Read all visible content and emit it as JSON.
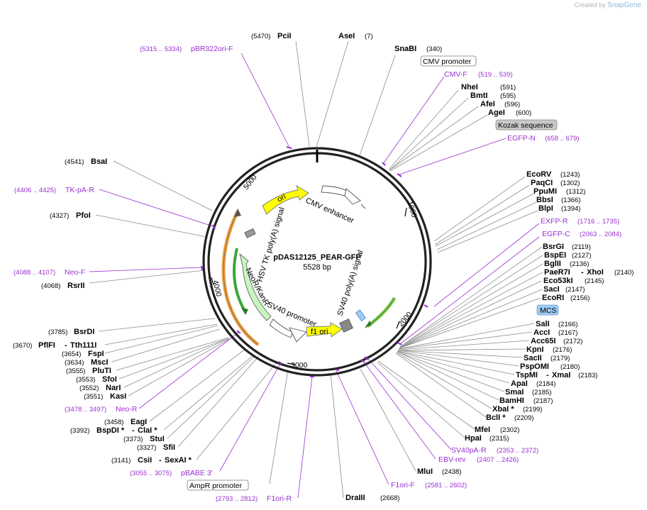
{
  "credit": {
    "prefix": "Created by",
    "brand": "SnapGene"
  },
  "plasmid": {
    "name": "pDAS12125_PEAR-GFP",
    "length_label": "5528 bp"
  },
  "tick_labels": [
    "1000",
    "2000",
    "3000",
    "4000",
    "5000"
  ],
  "features": {
    "cmv_enhancer": "CMV enhancer",
    "sv40_polya": "SV40 poly(A) signal",
    "f1_ori": "f1 ori",
    "sv40_promoter": "SV40 promoter",
    "neo": "NeoR/KanR",
    "hsv": "HSV TK poly(A) signal",
    "ori": "ori"
  },
  "enzymes": {
    "pcii": {
      "name": "PciI",
      "pos": "(5470)"
    },
    "asei": {
      "name": "AseI",
      "pos": "(7)"
    },
    "snabi": {
      "name": "SnaBI",
      "pos": "(340)"
    },
    "nhei": {
      "name": "NheI",
      "pos": "(591)"
    },
    "bmti": {
      "name": "BmtI",
      "pos": "(595)"
    },
    "afei": {
      "name": "AfeI",
      "pos": "(596)"
    },
    "agei": {
      "name": "AgeI",
      "pos": "(600)"
    },
    "ecorv": {
      "name": "EcoRV",
      "pos": "(1243)"
    },
    "paqci": {
      "name": "PaqCI",
      "pos": "(1302)"
    },
    "ppumi": {
      "name": "PpuMI",
      "pos": "(1312)"
    },
    "bbsi": {
      "name": "BbsI",
      "pos": "(1366)"
    },
    "blpi": {
      "name": "BlpI",
      "pos": "(1394)"
    },
    "bsrgi": {
      "name": "BsrGI",
      "pos": "(2119)"
    },
    "bspei": {
      "name": "BspEI",
      "pos": "(2127)"
    },
    "bglii": {
      "name": "BglII",
      "pos": "(2136)"
    },
    "paer7i": {
      "name": "PaeR7I",
      "pos": ""
    },
    "xhoi": {
      "name": "XhoI",
      "pos": "(2140)"
    },
    "eco53ki": {
      "name": "Eco53kI",
      "pos": "(2145)"
    },
    "saci": {
      "name": "SacI",
      "pos": "(2147)"
    },
    "ecori": {
      "name": "EcoRI",
      "pos": "(2156)"
    },
    "sali": {
      "name": "SalI",
      "pos": "(2166)"
    },
    "acci": {
      "name": "AccI",
      "pos": "(2167)"
    },
    "acc65i": {
      "name": "Acc65I",
      "pos": "(2172)"
    },
    "kpni": {
      "name": "KpnI",
      "pos": "(2176)"
    },
    "sacii": {
      "name": "SacII",
      "pos": "(2179)"
    },
    "pspomi": {
      "name": "PspOMI",
      "pos": "(2180)"
    },
    "tspmi": {
      "name": "TspMI",
      "pos": ""
    },
    "xmai": {
      "name": "XmaI",
      "pos": "(2183)"
    },
    "apai": {
      "name": "ApaI",
      "pos": "(2184)"
    },
    "smai": {
      "name": "SmaI",
      "pos": "(2185)"
    },
    "bamhi": {
      "name": "BamHI",
      "pos": "(2187)"
    },
    "xbai": {
      "name": "XbaI *",
      "pos": "(2199)"
    },
    "bcli": {
      "name": "BclI *",
      "pos": "(2209)"
    },
    "mfei": {
      "name": "MfeI",
      "pos": "(2302)"
    },
    "hpai": {
      "name": "HpaI",
      "pos": "(2315)"
    },
    "mlui": {
      "name": "MluI",
      "pos": "(2438)"
    },
    "draiii": {
      "name": "DraIII",
      "pos": "(2668)"
    },
    "bsai": {
      "name": "BsaI",
      "pos": "(4541)"
    },
    "pfoi": {
      "name": "PfoI",
      "pos": "(4327)"
    },
    "rsrii": {
      "name": "RsrII",
      "pos": "(4068)"
    },
    "bsrdi": {
      "name": "BsrDI",
      "pos": "(3785)"
    },
    "pflfi": {
      "name": "PflFI",
      "pos": "(3670)"
    },
    "tth111i": {
      "name": "Tth111I",
      "pos": ""
    },
    "fspi": {
      "name": "FspI",
      "pos": "(3654)"
    },
    "msci": {
      "name": "MscI",
      "pos": "(3634)"
    },
    "pluti": {
      "name": "PluTI",
      "pos": "(3555)"
    },
    "sfoi": {
      "name": "SfoI",
      "pos": "(3553)"
    },
    "nari": {
      "name": "NarI",
      "pos": "(3552)"
    },
    "kasi": {
      "name": "KasI",
      "pos": "(3551)"
    },
    "eagi": {
      "name": "EagI",
      "pos": "(3458)"
    },
    "bspdi": {
      "name": "BspDI *",
      "pos": "(3392)"
    },
    "clai": {
      "name": "ClaI *",
      "pos": ""
    },
    "stui": {
      "name": "StuI",
      "pos": "(3373)"
    },
    "sfii": {
      "name": "SfiI",
      "pos": "(3327)"
    },
    "csii": {
      "name": "CsiI",
      "pos": "(3141)"
    },
    "sexai": {
      "name": "SexAI *",
      "pos": ""
    }
  },
  "primers": {
    "pbr322ori_f": {
      "name": "pBR322ori-F",
      "range": "(5315 .. 5334)"
    },
    "cmv_f": {
      "name": "CMV-F",
      "range": "(519 .. 539)"
    },
    "egfp_n": {
      "name": "EGFP-N",
      "range": "(658 .. 679)"
    },
    "exfp_r": {
      "name": "EXFP-R",
      "range": "(1716 .. 1735)"
    },
    "egfp_c": {
      "name": "EGFP-C",
      "range": "(2063 .. 2084)"
    },
    "sv40pa_r": {
      "name": "SV40pA-R",
      "range": "(2353 .. 2372)"
    },
    "ebv_rev": {
      "name": "EBV-rev",
      "range": "(2407 .. 2426)"
    },
    "f1ori_f": {
      "name": "F1ori-F",
      "range": "(2581 .. 2602)"
    },
    "f1ori_r": {
      "name": "F1ori-R",
      "range": "(2793 .. 2812)"
    },
    "pbabe3": {
      "name": "pBABE 3'",
      "range": "(3055 .. 3075)"
    },
    "neo_r": {
      "name": "Neo-R",
      "range": "(3478 .. 3497)"
    },
    "neo_f": {
      "name": "Neo-F",
      "range": "(4088 .. 4107)"
    },
    "tk_pa_r": {
      "name": "TK-pA-R",
      "range": "(4406 .. 4425)"
    }
  },
  "boxes": {
    "cmv_promoter": "CMV promoter",
    "kozak": "Kozak sequence",
    "mcs": "MCS",
    "ampr_promoter": "AmpR promoter"
  },
  "dash": "-",
  "colors": {
    "primer": "#9a2fd0",
    "ori": "#ffff00",
    "cds": "#c8f5c0",
    "orange": "#f0a040",
    "green": "#3aa63a"
  }
}
